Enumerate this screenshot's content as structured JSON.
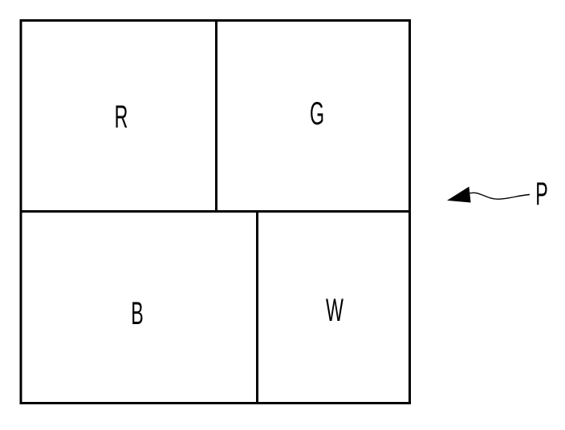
{
  "figure": {
    "type": "pixel-layout-diagram",
    "background_color": "#ffffff",
    "line_color": "#000000",
    "regions": [
      {
        "id": "top-left",
        "label": "R"
      },
      {
        "id": "top-right",
        "label": "G"
      },
      {
        "id": "bottom-left",
        "label": "B"
      },
      {
        "id": "bottom-right",
        "label": "W"
      }
    ],
    "pointer": {
      "label": "P",
      "arrow": "solid-triangle-pointing-left-with-wavy-leader-line"
    }
  }
}
